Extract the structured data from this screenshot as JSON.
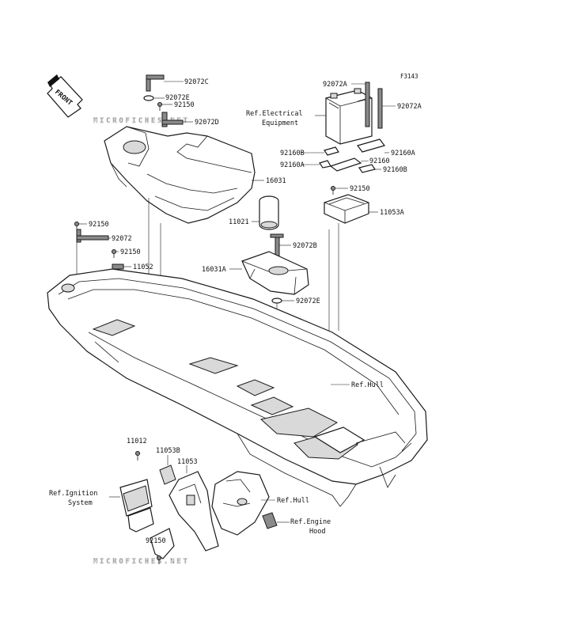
{
  "figure_code": "F3143",
  "front_label": "FRONT",
  "watermark": "MICROFICHES.NET",
  "labels": {
    "p92072C": "92072C",
    "p92072E_top": "92072E",
    "p92150_a": "92150",
    "p92072D": "92072D",
    "p16031": "16031",
    "p92150_b": "92150",
    "p92072": "92072",
    "p92150_c": "92150",
    "p11052": "11052",
    "p92072A_1": "92072A",
    "p92072A_2": "92072A",
    "ref_elec_1": "Ref.Electrical",
    "ref_elec_2": "Equipment",
    "p92160B_1": "92160B",
    "p92160A_1": "92160A",
    "p92160": "92160",
    "p92160A_2": "92160A",
    "p92160B_2": "92160B",
    "p92150_d": "92150",
    "p11053A": "11053A",
    "p11021": "11021",
    "p92072B": "92072B",
    "p16031A": "16031A",
    "p92072E_low": "92072E",
    "ref_hull_1": "Ref.Hull",
    "p11012": "11012",
    "p11053B": "11053B",
    "p11053": "11053",
    "ref_ign_1": "Ref.Ignition",
    "ref_ign_2": "System",
    "ref_hull_2": "Ref.Hull",
    "ref_eng_1": "Ref.Engine",
    "ref_eng_2": "Hood",
    "p92150_e": "92150"
  }
}
